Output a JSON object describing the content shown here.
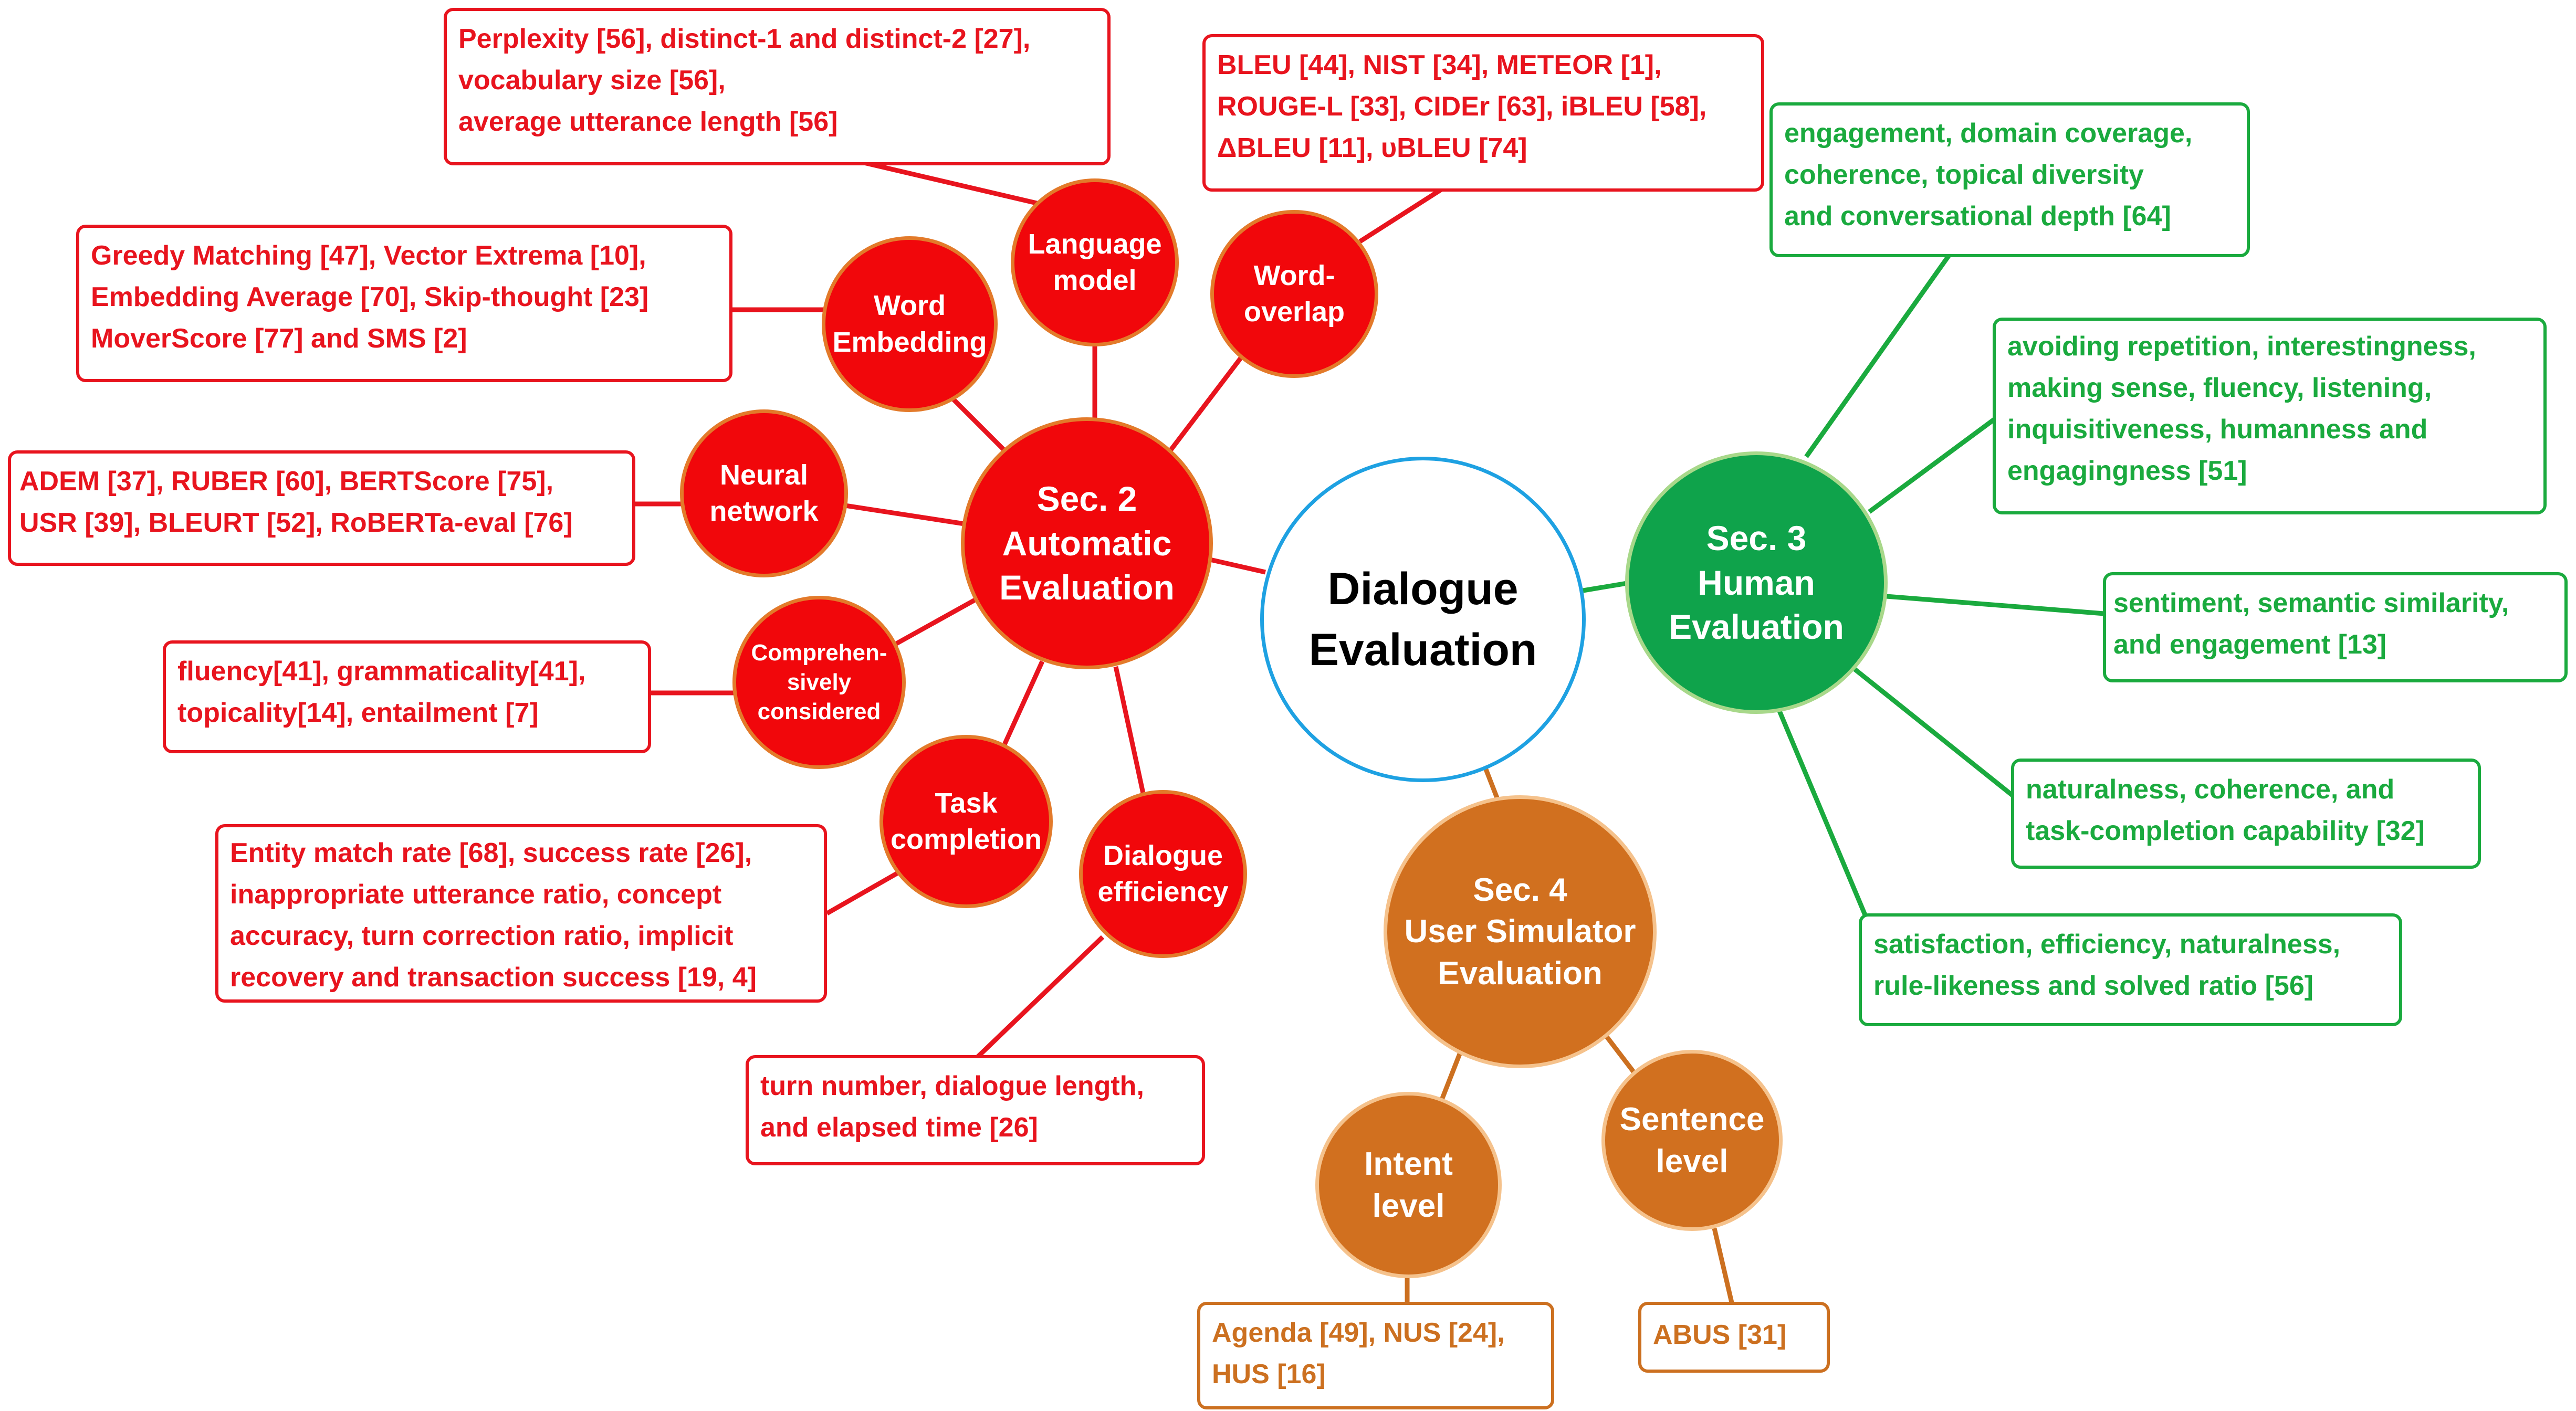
{
  "center": {
    "line1": "Dialogue",
    "line2": "Evaluation"
  },
  "auto": {
    "hub": {
      "line1": "Sec. 2",
      "line2": "Automatic",
      "line3": "Evaluation"
    },
    "language_model": {
      "label1": "Language",
      "label2": "model",
      "box": [
        "Perplexity [56], distinct-1 and distinct-2 [27],",
        "vocabulary size [56],",
        "average utterance length [56]"
      ]
    },
    "word_overlap": {
      "label1": "Word-",
      "label2": "overlap",
      "box": [
        "BLEU [44], NIST [34], METEOR [1],",
        "ROUGE-L [33], CIDEr [63], iBLEU [58],",
        "ΔBLEU [11], υBLEU [74]"
      ]
    },
    "word_embedding": {
      "label1": "Word",
      "label2": "Embedding",
      "box": [
        "Greedy Matching [47], Vector Extrema [10],",
        "Embedding Average [70], Skip-thought [23]",
        "MoverScore [77] and SMS [2]"
      ]
    },
    "neural_network": {
      "label1": "Neural",
      "label2": "network",
      "box": [
        "ADEM [37], RUBER [60], BERTScore [75],",
        "USR [39], BLEURT [52], RoBERTa-eval [76]"
      ]
    },
    "comprehensive": {
      "label1": "Comprehen-",
      "label2": "sively",
      "label3": "considered",
      "box": [
        "fluency[41], grammaticality[41],",
        "topicality[14], entailment [7]"
      ]
    },
    "task_completion": {
      "label1": "Task",
      "label2": "completion",
      "box": [
        "Entity match rate [68], success rate [26],",
        "inappropriate utterance ratio, concept",
        "accuracy, turn correction ratio, implicit",
        "recovery and transaction success [19, 4]"
      ]
    },
    "dialogue_efficiency": {
      "label1": "Dialogue",
      "label2": "efficiency",
      "box": [
        "turn number, dialogue length,",
        "and elapsed time [26]"
      ]
    }
  },
  "human": {
    "hub": {
      "line1": "Sec. 3",
      "line2": "Human",
      "line3": "Evaluation"
    },
    "boxes": [
      [
        "engagement, domain coverage,",
        "coherence, topical diversity",
        "and conversational depth [64]"
      ],
      [
        "avoiding repetition, interestingness,",
        "making sense, fluency, listening,",
        "inquisitiveness, humanness and",
        "engagingness [51]"
      ],
      [
        "sentiment, semantic similarity,",
        "and engagement [13]"
      ],
      [
        "naturalness, coherence, and",
        "task-completion capability [32]"
      ],
      [
        "satisfaction, efficiency, naturalness,",
        "rule-likeness and solved ratio [56]"
      ]
    ]
  },
  "simulator": {
    "hub": {
      "line1": "Sec. 4",
      "line2": "User Simulator",
      "line3": "Evaluation"
    },
    "intent": {
      "label1": "Intent",
      "label2": "level",
      "box": [
        "Agenda [49], NUS [24],",
        "HUS [16]"
      ]
    },
    "sentence": {
      "label1": "Sentence",
      "label2": "level",
      "box": [
        "ABUS [31]"
      ]
    }
  },
  "colors": {
    "red": "#f1070b",
    "green": "#0fa34b",
    "orange": "#d1701f",
    "blue": "#1ea1e2"
  }
}
